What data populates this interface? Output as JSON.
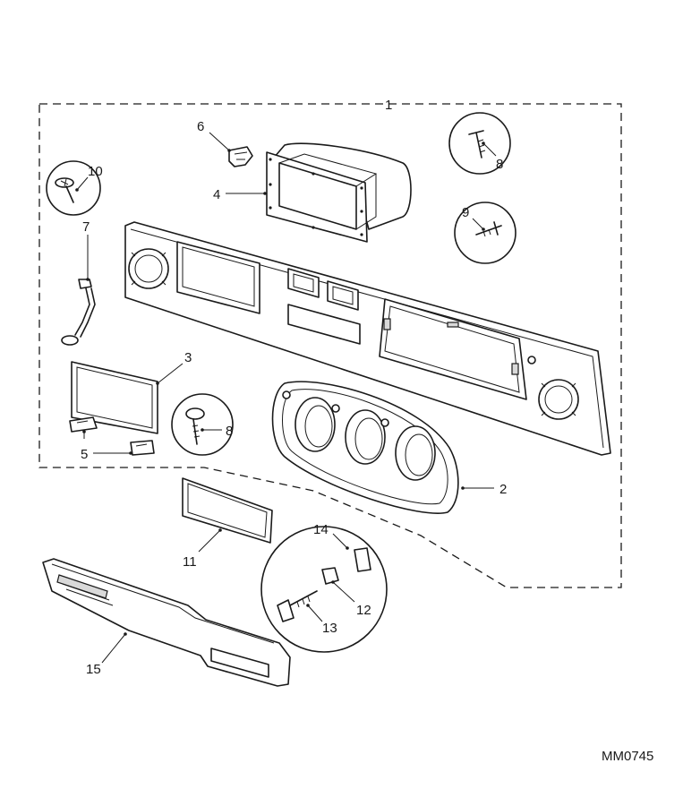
{
  "diagram": {
    "reference_code": "MM0745",
    "callouts": [
      {
        "id": "c1",
        "label": "1"
      },
      {
        "id": "c2",
        "label": "2"
      },
      {
        "id": "c3",
        "label": "3"
      },
      {
        "id": "c4",
        "label": "4"
      },
      {
        "id": "c5",
        "label": "5"
      },
      {
        "id": "c6",
        "label": "6"
      },
      {
        "id": "c7",
        "label": "7"
      },
      {
        "id": "c8a",
        "label": "8"
      },
      {
        "id": "c8b",
        "label": "8"
      },
      {
        "id": "c9",
        "label": "9"
      },
      {
        "id": "c10",
        "label": "10"
      },
      {
        "id": "c11",
        "label": "11"
      },
      {
        "id": "c12",
        "label": "12"
      },
      {
        "id": "c13",
        "label": "13"
      },
      {
        "id": "c14",
        "label": "14"
      },
      {
        "id": "c15",
        "label": "15"
      }
    ]
  }
}
